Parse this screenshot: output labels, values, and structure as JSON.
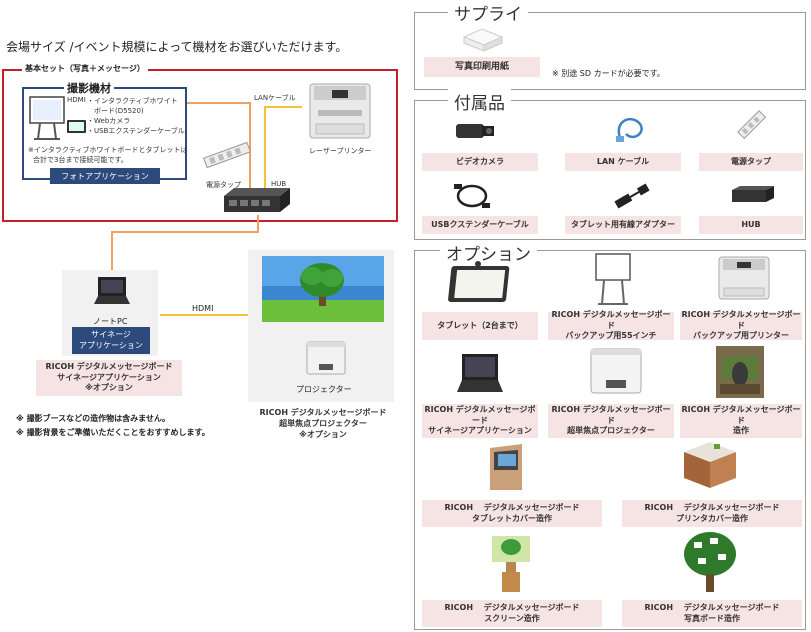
{
  "intro": "会場サイズ /イベント規模によって機材をお選びいただけます。",
  "basic_set": {
    "title": "基本セット（写真＋メッセージ）",
    "equipment_title": "撮影機材",
    "items": [
      "・インタラクティブホワイト",
      "ボード(D5520)",
      "・Webカメラ",
      "・USBエクステンダーケーブル"
    ],
    "hdmi_label": "HDMI",
    "note_line1": "※インタラクティブホワイトボードとタブレットは",
    "note_line2": "合計で3台まで接続可能です。",
    "photo_app": "フォトアプリケーション",
    "power_tap": "電源タップ",
    "hub": "HUB"
  },
  "lan_cable": "LANケーブル",
  "laser_printer": "レーザープリンター",
  "hdmi": "HDMI",
  "note_pc": "ノートPC",
  "signage_app_line1": "サイネージ",
  "signage_app_line2": "アプリケーション",
  "signage_caption_line1": "RICOH デジタルメッセージボード",
  "signage_caption_line2": "サイネージアプリケーション",
  "signage_caption_line3": "※オプション",
  "projector": "プロジェクター",
  "projector_caption_line1": "RICOH デジタルメッセージボード",
  "projector_caption_line2": "超単焦点プロジェクター",
  "projector_caption_line3": "※オプション",
  "notes": [
    "※ 撮影ブースなどの造作物は含みません。",
    "※ 撮影背景をご準備いただくことをおすすめします。"
  ],
  "supply": {
    "title": "サプライ",
    "item": "写真印刷用紙",
    "note": "※ 別途 SD カードが必要です。"
  },
  "accessories": {
    "title": "付属品",
    "items": [
      "ビデオカメラ",
      "LAN ケーブル",
      "電源タップ",
      "USBクステンダーケーブル",
      "タブレット用有線アダプター",
      "HUB"
    ]
  },
  "options": {
    "title": "オプション",
    "tablet": "タブレット（2台まで）",
    "board_backup_1": "RICOH デジタルメッセージボード",
    "board_backup_2": "バックアップ用55インチ",
    "printer_backup_1": "RICOH デジタルメッセージボード",
    "printer_backup_2": "バックアップ用プリンター",
    "signage_1": "RICOH デジタルメッセージボード",
    "signage_2": "サイネージアプリケーション",
    "uproj_1": "RICOH デジタルメッセージボード",
    "uproj_2": "超単焦点プロジェクター",
    "build_1": "RICOH デジタルメッセージボード",
    "build_2": "造作",
    "tabcover_1": "RICOH　 デジタルメッセージボード",
    "tabcover_2": "タブレットカバー造作",
    "prncover_1": "RICOH　 デジタルメッセージボード",
    "prncover_2": "プリンタカバー造作",
    "screen_1": "RICOH　 デジタルメッセージボード",
    "screen_2": "スクリーン造作",
    "photoboard_1": "RICOH　 デジタルメッセージボード",
    "photoboard_2": "写真ボード造作"
  },
  "colors": {
    "red": "#c0212b",
    "navy": "#2c4a7c",
    "orange": "#f0a060",
    "yellow": "#f2c23a",
    "pink": "#f6e3e3"
  }
}
